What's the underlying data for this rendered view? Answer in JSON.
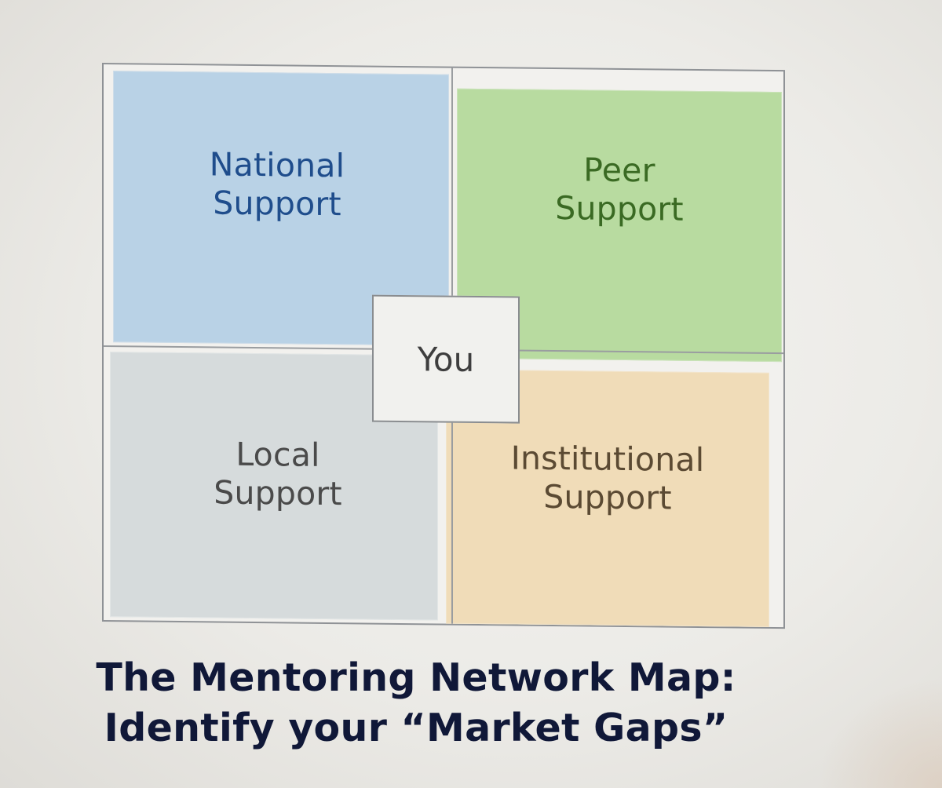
{
  "diagram": {
    "quadrants": {
      "national": {
        "line1": "National",
        "line2": "Support"
      },
      "peer": {
        "line1": "Peer",
        "line2": "Support"
      },
      "local": {
        "line1": "Local",
        "line2": "Support"
      },
      "institutional": {
        "line1": "Institutional",
        "line2": "Support"
      }
    },
    "center_label": "You",
    "colors": {
      "national": "#b9d2e6",
      "peer": "#b8dba0",
      "local": "#d6dbdc",
      "institutional": "#f0dcb8",
      "national_text": "#1f4d8c",
      "peer_text": "#3a6a23",
      "caption_text": "#101838"
    }
  },
  "caption": {
    "line1": "The Mentoring Network Map:",
    "line2": "Identify your “Market Gaps”"
  }
}
